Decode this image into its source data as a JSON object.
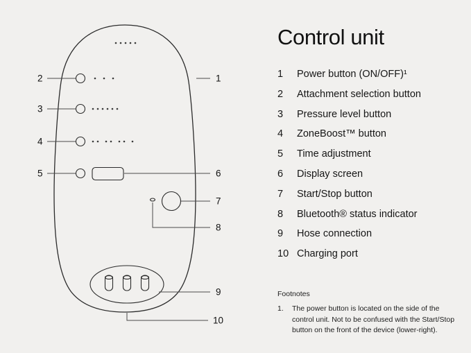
{
  "title": "Control unit",
  "legend": {
    "items": [
      {
        "num": "1",
        "label": "Power button (ON/OFF)¹"
      },
      {
        "num": "2",
        "label": "Attachment selection button"
      },
      {
        "num": "3",
        "label": "Pressure level button"
      },
      {
        "num": "4",
        "label": "ZoneBoost™ button"
      },
      {
        "num": "5",
        "label": "Time adjustment"
      },
      {
        "num": "6",
        "label": "Display screen"
      },
      {
        "num": "7",
        "label": "Start/Stop button"
      },
      {
        "num": "8",
        "label": "Bluetooth® status indicator"
      },
      {
        "num": "9",
        "label": "Hose connection"
      },
      {
        "num": "10",
        "label": "Charging port"
      }
    ]
  },
  "footnotes": {
    "heading": "Footnotes",
    "items": [
      {
        "num": "1.",
        "text": "The power button is located on the side of the control unit. Not to be confused with the Start/Stop button on the front of the device (lower-right)."
      }
    ]
  },
  "colors": {
    "background": "#f1f0ee",
    "line": "#2b2b2b",
    "text": "#121212"
  }
}
